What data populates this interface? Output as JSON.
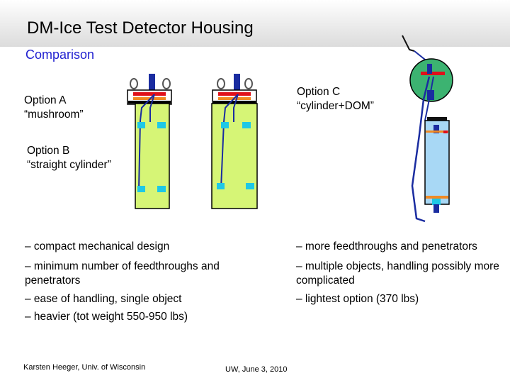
{
  "header": {
    "title": "DM-Ice Test Detector Housing",
    "subtitle": "Comparison"
  },
  "options": {
    "a": {
      "line1": "Option A",
      "line2": "“mushroom”"
    },
    "b": {
      "line1": "Option B",
      "line2": "“straight cylinder”"
    },
    "c": {
      "line1": "Option C",
      "line2": "“cylinder+DOM”"
    }
  },
  "left_points": [
    "– compact mechanical design",
    "– minimum number of feedthroughs and penetrators",
    "– ease of handling, single object",
    "– heavier (tot weight 550-950 lbs)"
  ],
  "right_points": [
    "– more feedthroughs and penetrators",
    "– multiple objects, handling possibly more complicated",
    "– lightest option (370 lbs)"
  ],
  "footer": {
    "author": "Karsten Heeger, Univ. of Wisconsin",
    "date": "UW, June 3, 2010"
  },
  "colors": {
    "housing_fill": "#d6f576",
    "cylinder_blue": "#a8d8f5",
    "dom_green": "#3cb371",
    "cable_blue": "#1a2ca0",
    "accent_red": "#e0101a",
    "accent_orange": "#f08a24",
    "sensor_cyan": "#1ec8e6"
  }
}
